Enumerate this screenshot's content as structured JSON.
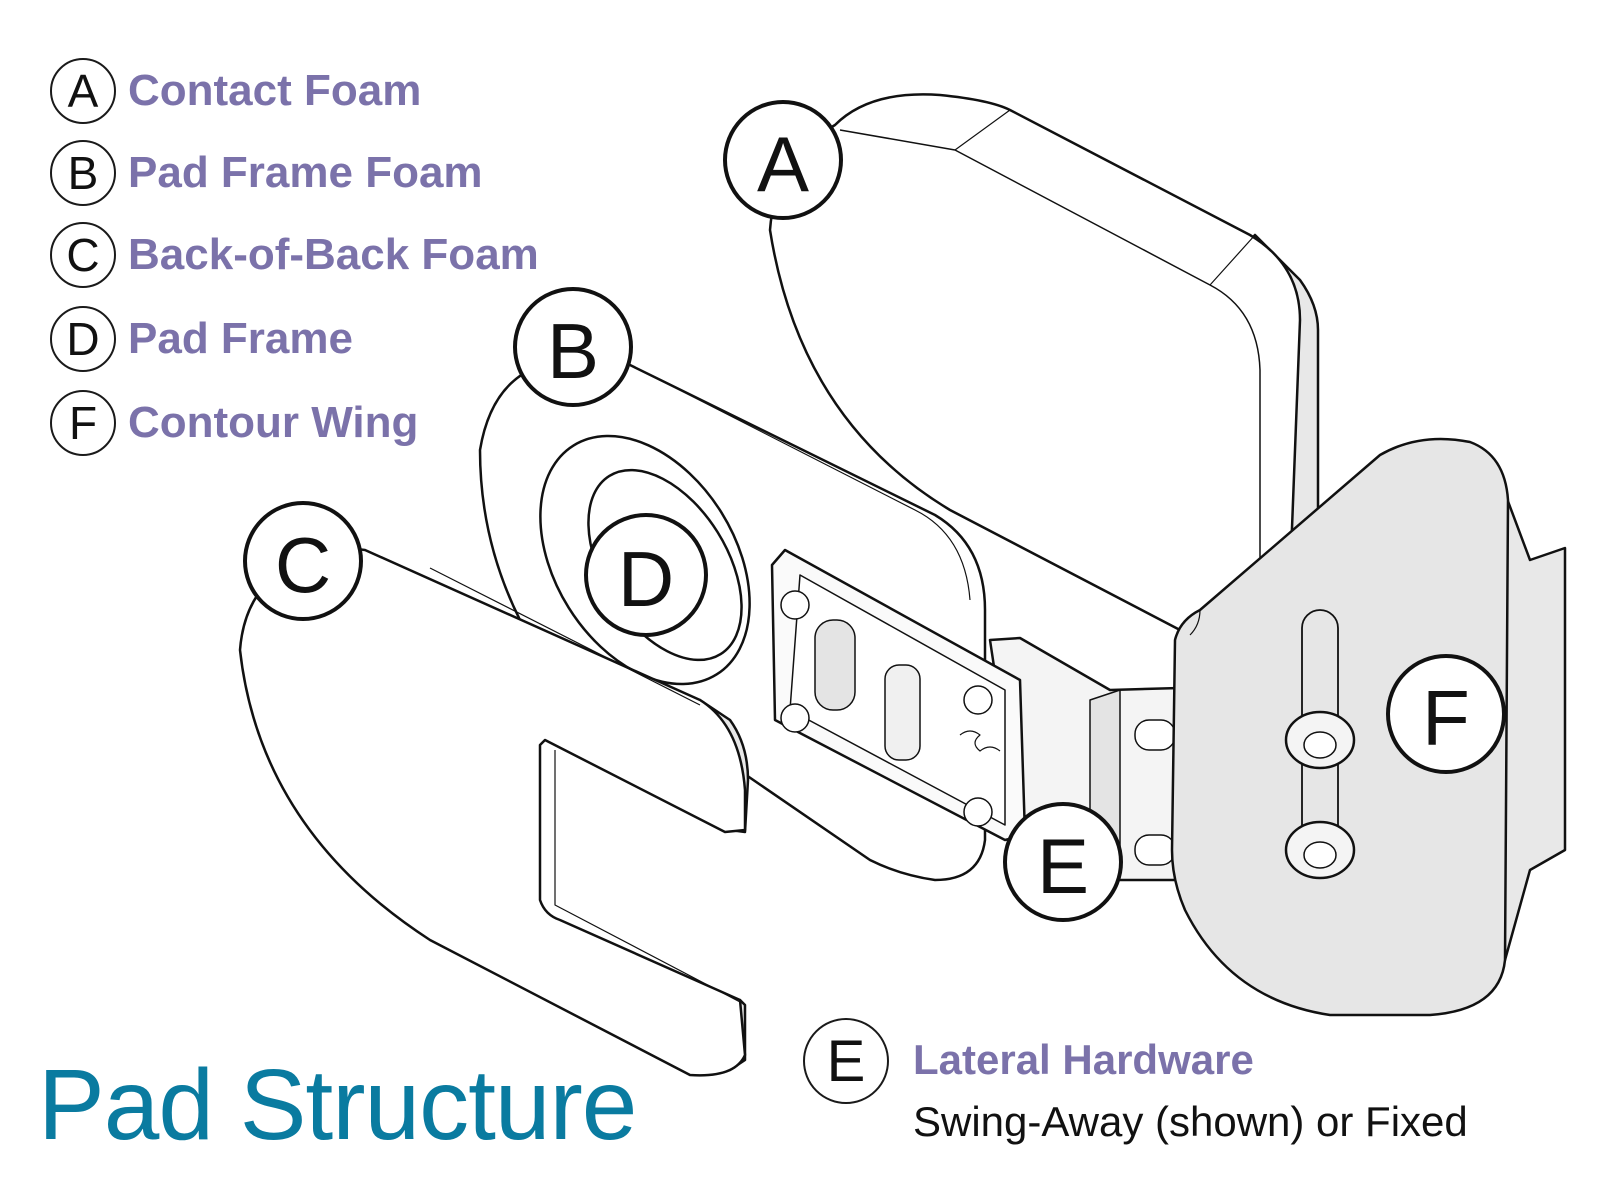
{
  "legend": {
    "items": [
      {
        "letter": "A",
        "label": "Contact Foam"
      },
      {
        "letter": "B",
        "label": "Pad Frame Foam"
      },
      {
        "letter": "C",
        "label": "Back-of-Back Foam"
      },
      {
        "letter": "D",
        "label": "Pad Frame"
      },
      {
        "letter": "F",
        "label": "Contour Wing"
      }
    ]
  },
  "hardware_note": {
    "letter": "E",
    "label": "Lateral Hardware",
    "subtitle": "Swing-Away (shown) or Fixed"
  },
  "callouts": [
    "A",
    "B",
    "C",
    "D",
    "E",
    "F"
  ],
  "title": "Pad Structure",
  "colors": {
    "label_purple": "#7b72aa",
    "title_teal": "#0a7ba0",
    "shade_gray": "#e4e4e4"
  }
}
